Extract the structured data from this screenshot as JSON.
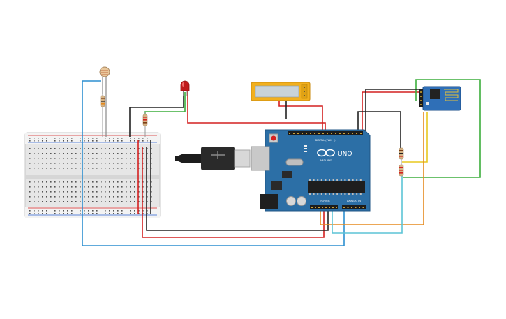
{
  "arduino": {
    "brand": "UNO",
    "maker": "ARDUINO",
    "digital_label": "DIGITAL (PWM~)",
    "power_label": "POWER",
    "analog_label": "ANALOG IN",
    "board_color": "#2c6fa6"
  },
  "colors": {
    "wire_red": "#d42020",
    "wire_black": "#222222",
    "wire_green": "#3cae3c",
    "wire_blue": "#2d8fd0",
    "wire_orange": "#e58a1f",
    "wire_cyan": "#5bc4d6",
    "wire_yellow": "#e8c81e",
    "led_red": "#c0191b",
    "lcd_frame": "#f2b01e",
    "wifi_board": "#2f6fb7"
  },
  "components": {
    "photoresistor": "photoresistor-icon",
    "led": "led-icon",
    "lcd": "lcd-module-icon",
    "wifi": "esp8266-wifi-module-icon",
    "usb": "usb-cable-icon"
  }
}
